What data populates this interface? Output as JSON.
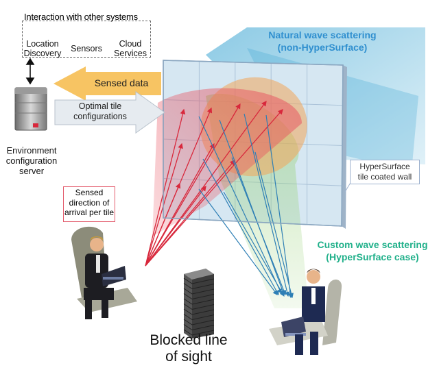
{
  "interaction_box": {
    "title": "Interaction with other systems",
    "items": [
      {
        "label": "Location\nDiscovery",
        "icon": "location-pin-icon"
      },
      {
        "label": "Sensors",
        "icon": "sensor-diamond-icon"
      },
      {
        "label": "Cloud\nServices",
        "icon": "cloud-gear-icon"
      }
    ]
  },
  "server": {
    "label": "Environment\nconfiguration\nserver"
  },
  "arrows": {
    "sensed": "Sensed data",
    "optimal": "Optimal tile\nconfigurations"
  },
  "callouts": {
    "direction": "Sensed\ndirection of\narrival per tile",
    "wall": "HyperSurface\ntile coated wall"
  },
  "natural": {
    "line1": "Natural wave scattering",
    "line2": "(non-HyperSurface)"
  },
  "custom": {
    "line1": "Custom wave scattering",
    "line2": "(HyperSurface case)"
  },
  "blocked": {
    "line1": "Blocked line",
    "line2": "of sight"
  },
  "colors": {
    "natural_text": "#2f8fcf",
    "custom_text": "#20b08a",
    "red_beam": "#e8505e",
    "green_beam": "#8ccc6a",
    "blue_beam": "#2e7fb5",
    "orange_arrow": "#f7c463",
    "wall_tile": "#d6e7f2"
  }
}
